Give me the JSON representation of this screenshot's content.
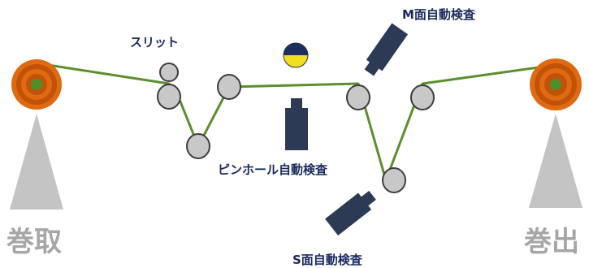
{
  "labels": {
    "unwind": "巻取",
    "rewind": "巻出",
    "slit": "スリット",
    "m_inspection": "M面自動検査",
    "pinhole_inspection": "ピンホール自動検査",
    "s_inspection": "S面自動検査"
  },
  "colors": {
    "web_line": "#5b8f2e",
    "roller_fill": "#c8c8c8",
    "roller_stroke": "#3d3d3d",
    "reel_ring_a": "#e06a12",
    "reel_ring_b": "#c2520a",
    "reel_core": "#4d8f2a",
    "stand": "#c4c4c4",
    "camera": "#2c3a55",
    "lamp_top": "#1f2f5c",
    "lamp_bottom": "#f0e020",
    "label_navy": "#1b2a5e",
    "label_gray": "#a6a6a6"
  },
  "icons": {
    "reels": "film-reel-icon",
    "rollers": "guide-roller-icon",
    "cameras": "inspection-camera-icon",
    "lamp": "light-source-icon",
    "stands": "reel-stand-icon"
  }
}
